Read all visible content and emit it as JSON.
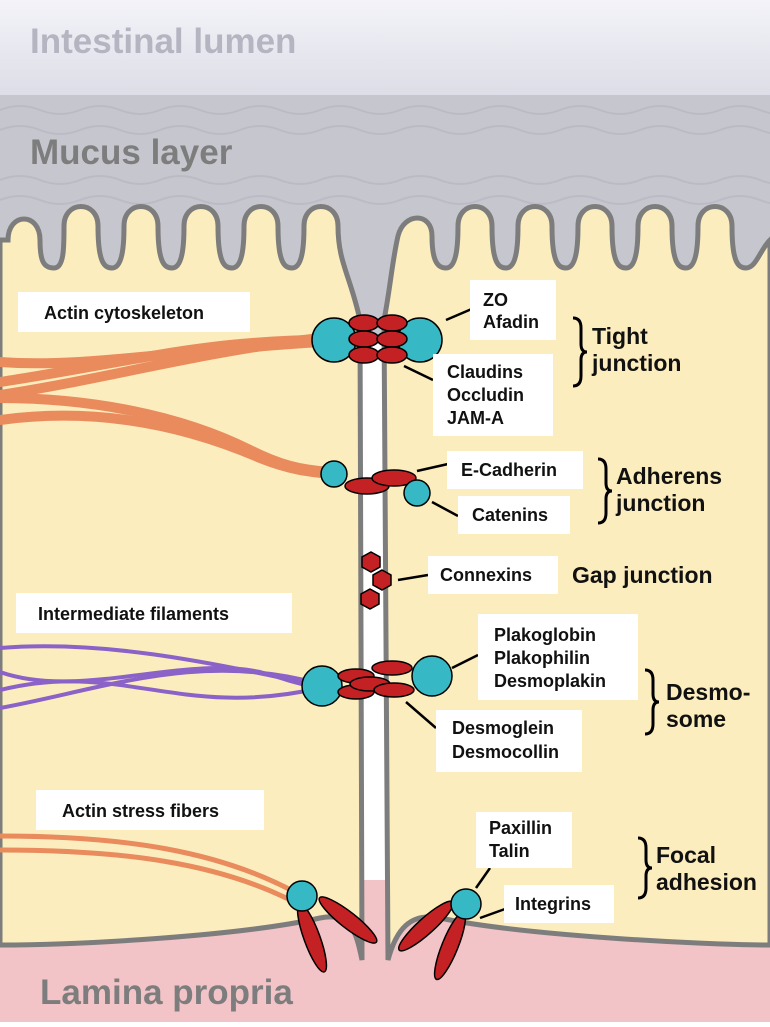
{
  "regions": {
    "lumen": "Intestinal lumen",
    "mucus": "Mucus layer",
    "lamina": "Lamina propria"
  },
  "structures": {
    "actin": "Actin cytoskeleton",
    "intermediate": "Intermediate filaments",
    "stress": "Actin stress fibers"
  },
  "proteins": {
    "zo": "ZO",
    "afadin": "Afadin",
    "claudins": "Claudins",
    "occludin": "Occludin",
    "jam": "JAM-A",
    "ecad": "E-Cadherin",
    "catenins": "Catenins",
    "connexins": "Connexins",
    "plakoglobin": "Plakoglobin",
    "plakophilin": "Plakophilin",
    "desmoplakin": "Desmoplakin",
    "desmoglein": "Desmoglein",
    "desmocollin": "Desmocollin",
    "paxillin": "Paxillin",
    "talin": "Talin",
    "integrins": "Integrins"
  },
  "junctions": {
    "tight_1": "Tight",
    "tight_2": "junction",
    "adherens_1": "Adherens",
    "adherens_2": "junction",
    "gap": "Gap junction",
    "desmo_1": "Desmo-",
    "desmo_2": "some",
    "focal_1": "Focal",
    "focal_2": "adhesion"
  },
  "colors": {
    "lumen": "#e8e9f4",
    "mucus": "#c6c6ce",
    "cell": "#fcedbe",
    "membrane": "#7d7d7d",
    "lamina": "#f2c4c7",
    "actin": "#e98b5c",
    "intermediate": "#8a62c8",
    "adaptor": "#36b9c4",
    "transmembrane": "#c42124",
    "region_text_light": "#b4b5c1",
    "region_text_dark": "#7d7d7d"
  }
}
